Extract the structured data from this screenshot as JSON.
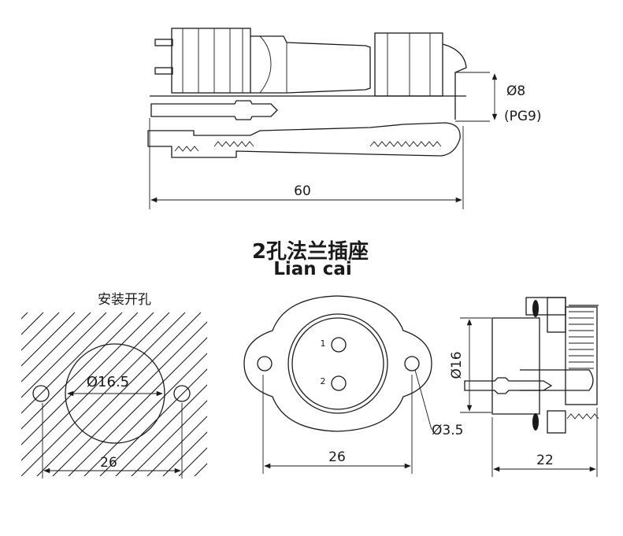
{
  "top_view": {
    "dim_length": "60",
    "dim_cable": "Ø8",
    "dim_cable_thread": "(PG9)"
  },
  "title": "2孔法兰插座",
  "watermark": "Lian cai",
  "cutout_view": {
    "label": "安装开孔",
    "dim_hole": "Ø16.5",
    "dim_spacing": "26"
  },
  "front_view": {
    "pin_1": "1",
    "pin_2": "2",
    "dim_spacing": "26",
    "dim_mount_hole": "Ø3.5"
  },
  "side_view": {
    "dim_diameter": "Ø16",
    "dim_length": "22"
  }
}
